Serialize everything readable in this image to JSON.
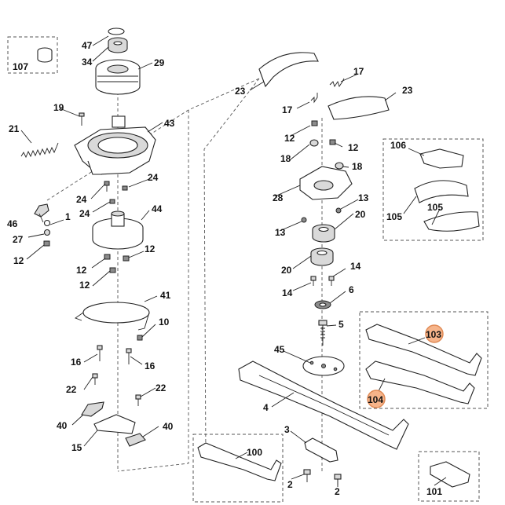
{
  "labels": {
    "p1": "1",
    "p2a": "2",
    "p2b": "2",
    "p3": "3",
    "p4": "4",
    "p5": "5",
    "p6": "6",
    "p10": "10",
    "p12a": "12",
    "p12b": "12",
    "p12c": "12",
    "p12d": "12",
    "p12e": "12",
    "p12f": "12",
    "p13a": "13",
    "p13b": "13",
    "p14a": "14",
    "p14b": "14",
    "p15": "15",
    "p16a": "16",
    "p16b": "16",
    "p17a": "17",
    "p17b": "17",
    "p18a": "18",
    "p18b": "18",
    "p19": "19",
    "p20a": "20",
    "p20b": "20",
    "p21": "21",
    "p22a": "22",
    "p22b": "22",
    "p23a": "23",
    "p23b": "23",
    "p24a": "24",
    "p24b": "24",
    "p24c": "24",
    "p27": "27",
    "p28": "28",
    "p29": "29",
    "p34": "34",
    "p40a": "40",
    "p40b": "40",
    "p41": "41",
    "p43": "43",
    "p44": "44",
    "p45": "45",
    "p46": "46",
    "p47": "47",
    "p100": "100",
    "p101": "101",
    "p103": "103",
    "p104": "104",
    "p105a": "105",
    "p105b": "105",
    "p106": "106",
    "p107": "107"
  },
  "highlighted_parts": [
    "103",
    "104"
  ],
  "colors": {
    "highlight": "#f6b48a",
    "line": "#222222"
  }
}
